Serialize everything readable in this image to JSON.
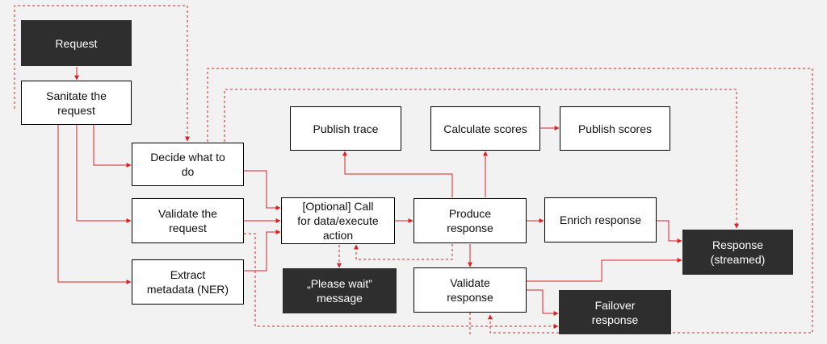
{
  "colors": {
    "background": "#f2f2f2",
    "connector": "#e02020",
    "box_fill": "#ffffff",
    "box_border": "#000000",
    "dark_box_fill": "#2e2e2e",
    "dark_box_text": "#ffffff"
  },
  "nodes": {
    "request": "Request",
    "sanitate": "Sanitate the\nrequest",
    "decide": "Decide what to\ndo",
    "validate_request": "Validate the\nrequest",
    "extract": "Extract\nmetadata (NER)",
    "optional_call": "[Optional] Call\nfor data/execute\naction",
    "please_wait": "„Please wait”\nmessage",
    "publish_trace": "Publish trace",
    "calculate_scores": "Calculate scores",
    "publish_scores": "Publish scores",
    "produce_response": "Produce\nresponse",
    "enrich_response": "Enrich response",
    "validate_response": "Validate\nresponse",
    "response_streamed": "Response\n(streamed)",
    "failover_response": "Failover\nresponse"
  }
}
